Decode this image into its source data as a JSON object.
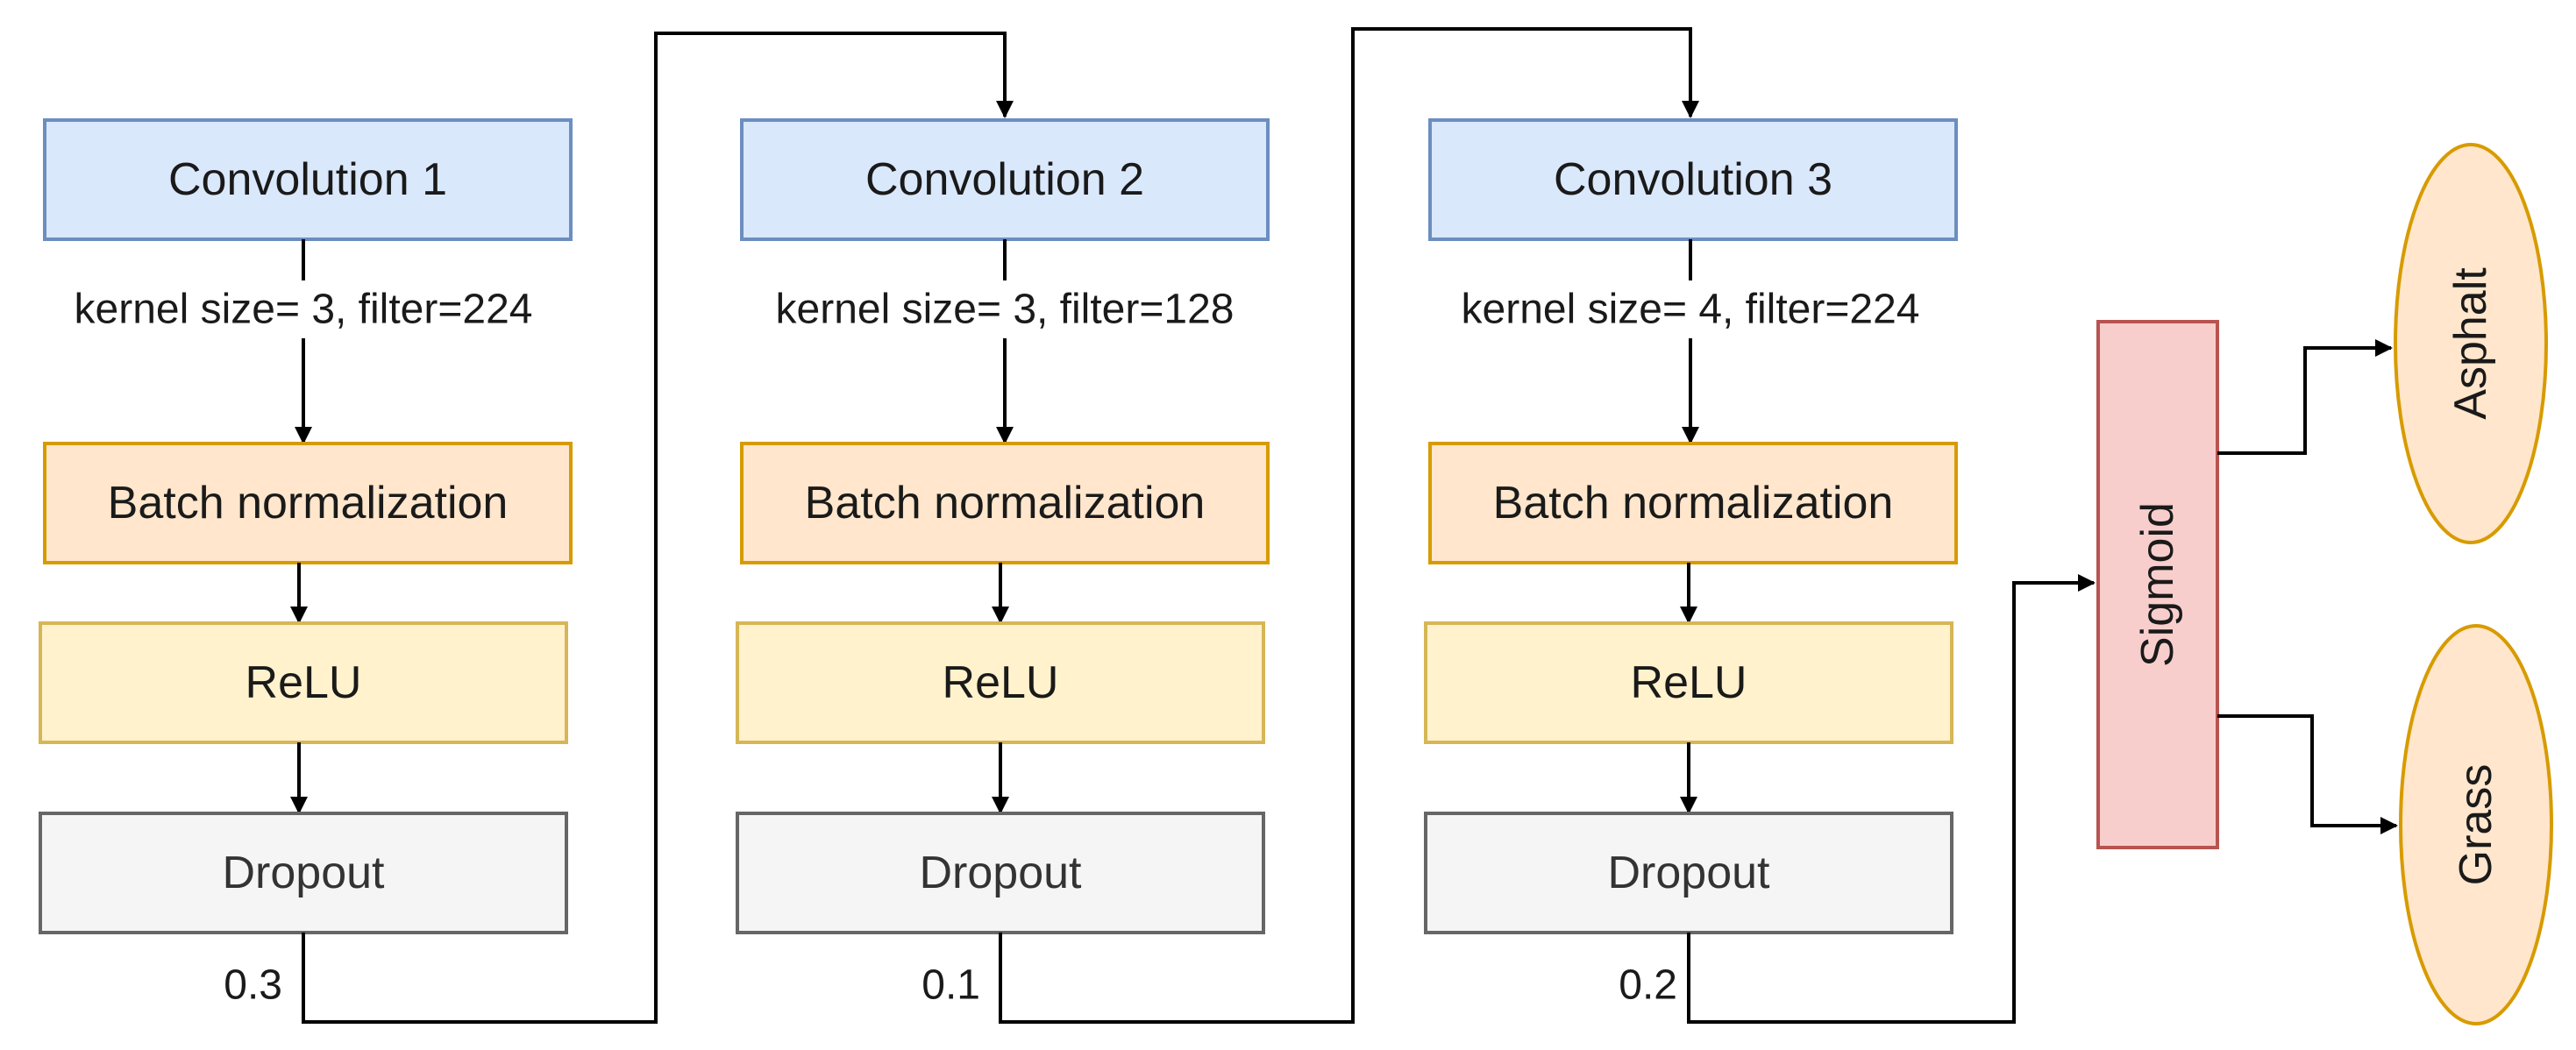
{
  "columns": [
    {
      "convolution": "Convolution 1",
      "params": "kernel size= 3, filter=224",
      "batch_norm": "Batch normalization",
      "activation": "ReLU",
      "dropout": "Dropout",
      "dropout_rate": "0.3"
    },
    {
      "convolution": "Convolution 2",
      "params": "kernel size= 3, filter=128",
      "batch_norm": "Batch normalization",
      "activation": "ReLU",
      "dropout": "Dropout",
      "dropout_rate": "0.1"
    },
    {
      "convolution": "Convolution 3",
      "params": "kernel size= 4, filter=224",
      "batch_norm": "Batch normalization",
      "activation": "ReLU",
      "dropout": "Dropout",
      "dropout_rate": "0.2"
    }
  ],
  "output": {
    "sigmoid": "Sigmoid",
    "classes": [
      "Asphalt",
      "Grass"
    ]
  },
  "colors": {
    "convolution_fill": "#dae8fc",
    "convolution_stroke": "#6c8ebf",
    "batchnorm_fill": "#ffe6cc",
    "batchnorm_stroke": "#d79b00",
    "relu_fill": "#fff2cc",
    "relu_stroke": "#d6b656",
    "dropout_fill": "#f5f5f5",
    "dropout_stroke": "#666666",
    "sigmoid_fill": "#f8cecc",
    "sigmoid_stroke": "#b85450",
    "class_fill": "#ffe6cc",
    "class_stroke": "#d79b00",
    "connector": "#000000"
  }
}
